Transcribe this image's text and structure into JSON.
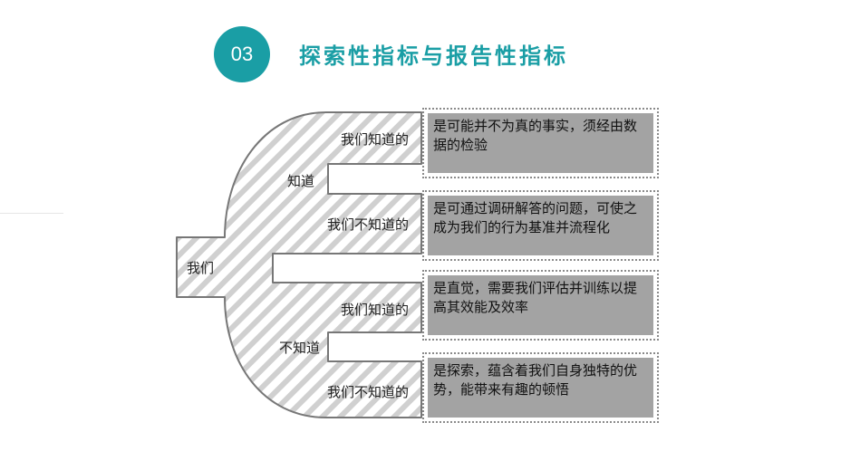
{
  "header": {
    "number": "03",
    "title": "探索性指标与报告性指标"
  },
  "tree": {
    "root": "我们",
    "branches": [
      {
        "label": "知道",
        "leaves": [
          {
            "label": "我们知道的",
            "description": "是可能并不为真的事实，须经由数据的检验"
          },
          {
            "label": "我们不知道的",
            "description": "是可通过调研解答的问题，可使之成为我们的行为基准并流程化"
          }
        ]
      },
      {
        "label": "不知道",
        "leaves": [
          {
            "label": "我们知道的",
            "description": "是直觉，需要我们评估并训练以提高其效能及效率"
          },
          {
            "label": "我们不知道的",
            "description": "是探索，蕴含着我们自身独特的优势，能带来有趣的顿悟"
          }
        ]
      }
    ]
  },
  "colors": {
    "accent": "#1a9ea5",
    "box_fill": "#a3a3a3",
    "outline": "#777777",
    "hatch": "#c9c9c9"
  }
}
